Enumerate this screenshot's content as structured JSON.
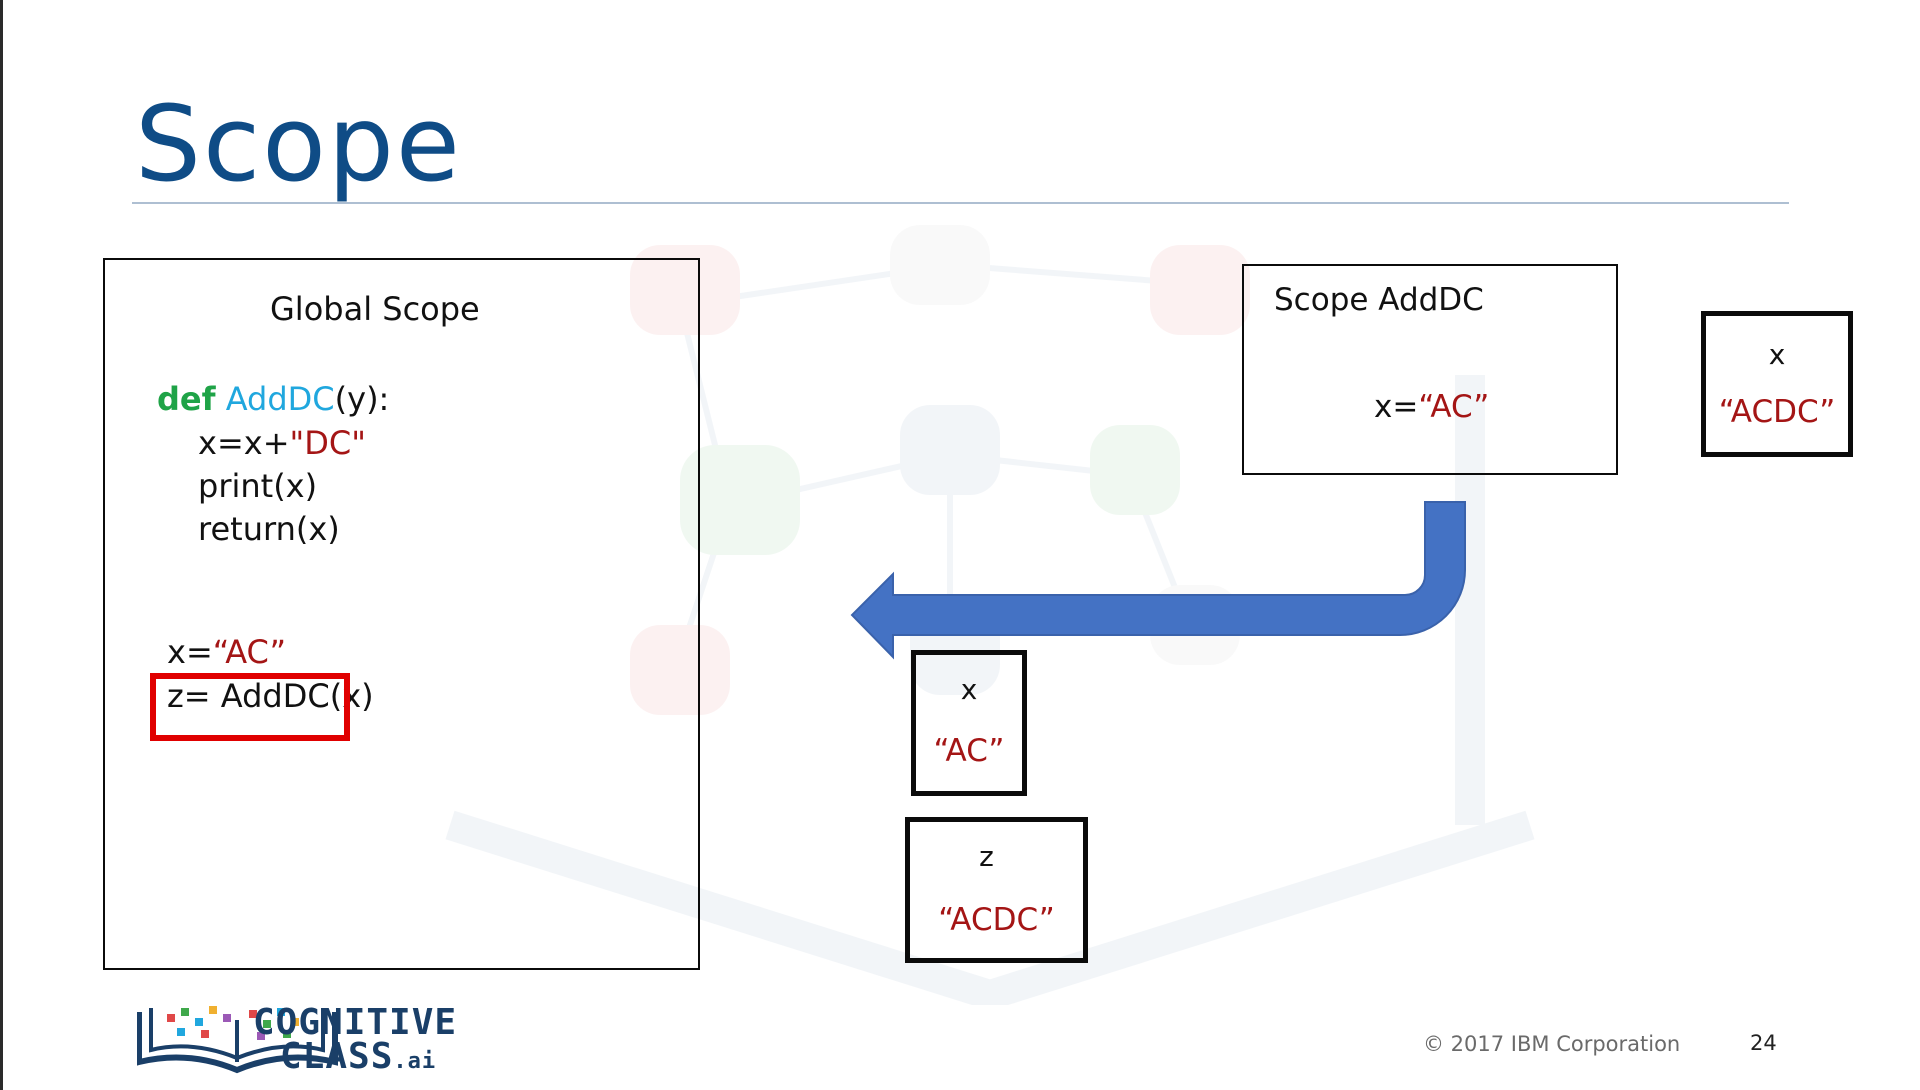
{
  "slide": {
    "title": "Scope",
    "page_number": "24",
    "copyright": "© 2017 IBM Corporation"
  },
  "global_scope": {
    "heading": "Global Scope",
    "def_keyword": "def",
    "function_name": "AddDC",
    "def_rest": "(y):",
    "line1_code": "x=x+",
    "line1_string": "\"DC\"",
    "line2": "print(x)",
    "line3": "return(x)",
    "assign_var": "x=",
    "assign_value": "“AC”",
    "call_line": "z= AddDC(x)"
  },
  "function_scope": {
    "heading": "Scope AddDC",
    "assign_var": "x=",
    "assign_value": "“AC”"
  },
  "variables": {
    "fn_x": {
      "label": "x",
      "value": "“ACDC”"
    },
    "global_x": {
      "label": "x",
      "value": "“AC”"
    },
    "global_z": {
      "label": "z",
      "value": "“ACDC”"
    }
  },
  "logo": {
    "line1": "COGNITIVE",
    "line2": "CLASS",
    "suffix": ".ai"
  },
  "colors": {
    "title": "#0f4c86",
    "keyword": "#1fa347",
    "function": "#20a7de",
    "string": "#a41515",
    "highlight": "#e00000",
    "arrow": "#4472c4"
  }
}
